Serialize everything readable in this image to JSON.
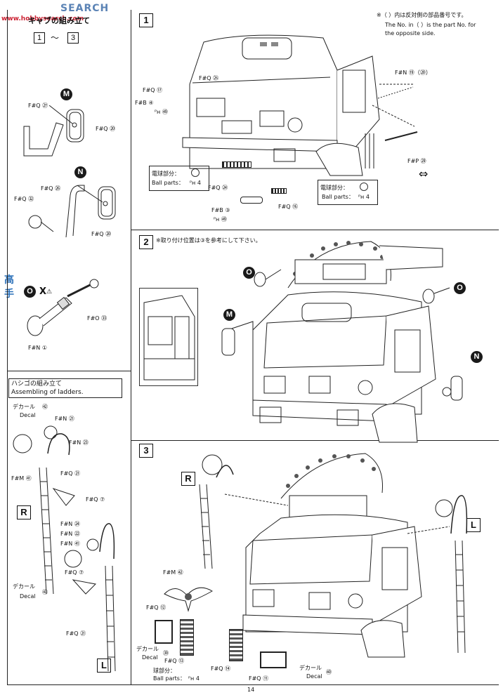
{
  "watermark": {
    "brand": "SEARCH",
    "url": "www.hobbysearch.com",
    "cjk": "高手"
  },
  "left": {
    "title": "キャブの組み立て",
    "range_from": "1",
    "range_sep": "～",
    "range_to": "3",
    "m_badge": "M",
    "n_badge": "N",
    "o_badge": "O",
    "o_x": "X",
    "labels": {
      "fq27": "F#Q ㉗",
      "fq20a": "F#Q ⑳",
      "fq26": "F#Q ㉖",
      "fq32": "F#Q ㉜",
      "fq20b": "F#Q ⑳",
      "fo33": "F#O ㉝",
      "fn1": "F#N ①"
    },
    "ladder_title_jp": "ハシゴの組み立て",
    "ladder_title_en": "Assembling of ladders.",
    "ladder": {
      "decal_jp_1": "デカール",
      "decal_en_1": "Decal",
      "decal_no_1": "㊷",
      "fn21a": "F#N ㉑",
      "fn23": "F#N ㉓",
      "fm61a": "F#M ㊶",
      "fq21a": "F#Q ㉑",
      "fq7a": "F#Q ⑦",
      "r_box": "R",
      "fn24": "F#N ㉔",
      "fn22": "F#N ㉒",
      "fn61": "F#N ㊶",
      "fq7b": "F#Q ⑦",
      "decal_jp_2": "デカール",
      "decal_en_2": "Decal",
      "decal_no_2": "㊸",
      "fq21b": "F#Q ㉑",
      "l_box": "L"
    }
  },
  "right": {
    "note_jp": "※（ ）内は反対側の部品番号です。",
    "note_en1": "The No. in（ ）is the part No. for",
    "note_en2": "the opposite side.",
    "step1": "1",
    "step2": "2",
    "step3": "3",
    "s1": {
      "fq25": "F#Q ㉕",
      "fq17": "F#Q ⑰",
      "fb4": "F#B ④",
      "ph92a": "ᴾʜ ㊾",
      "fn19": "F#N ⑲（⑳）",
      "fp29": "F#P ㉙",
      "bulb1_jp": "電球部分：",
      "bulb1_en": "Ball parts：",
      "bulb1_no": "ᴾʜ 4",
      "fq24": "F#Q ㉔",
      "fb3": "F#B ③",
      "ph92b": "ᴾʜ ㊾",
      "fq16": "F#Q ⑯",
      "bulb2_jp": "電球部分：",
      "bulb2_en": "Ball parts：",
      "bulb2_no": "ᴾʜ 4"
    },
    "s2": {
      "note": "※取り付け位置は③を参考にして下さい。",
      "o_left": "O",
      "o_right": "O",
      "m_badge": "M",
      "n_badge": "N"
    },
    "s3": {
      "r_box": "R",
      "l_box": "L",
      "fm67": "F#M ㊷",
      "fq12": "F#Q ⑫",
      "decal_jp_a": "デカール",
      "decal_en_a": "Decal",
      "decal_no_a": "㊴",
      "fq13": "F#Q ⑬",
      "bulb_jp": "球部分：",
      "bulb_en": "Ball parts：",
      "bulb_no": "ᴾʜ 4",
      "fq14": "F#Q ⑭",
      "fq11": "F#Q ⑪",
      "decal_jp_b": "デカール",
      "decal_en_b": "Decal",
      "decal_no_b": "㊵"
    }
  },
  "page_number": "14"
}
